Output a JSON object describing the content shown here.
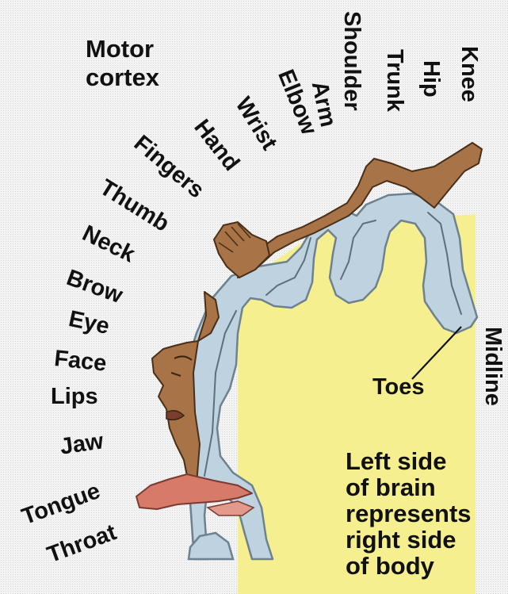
{
  "diagram": {
    "title": [
      "Motor",
      "cortex"
    ],
    "body_parts": {
      "knee": "Knee",
      "hip": "Hip",
      "trunk": "Trunk",
      "shoulder": "Shoulder",
      "arm": "Arm",
      "elbow": "Elbow",
      "wrist": "Wrist",
      "hand": "Hand",
      "fingers": "Fingers",
      "thumb": "Thumb",
      "neck": "Neck",
      "brow": "Brow",
      "eye": "Eye",
      "face": "Face",
      "lips": "Lips",
      "jaw": "Jaw",
      "tongue": "Tongue",
      "throat": "Throat",
      "toes": "Toes"
    },
    "midline": "Midline",
    "caption": [
      "Left side",
      "of brain",
      "represents",
      "right side",
      "of body"
    ],
    "colors": {
      "brain_interior": "#f5ef8f",
      "cortex_fill": "#bfd2e0",
      "homunculus": "#a87447",
      "tongue": "#d77a6a"
    }
  }
}
